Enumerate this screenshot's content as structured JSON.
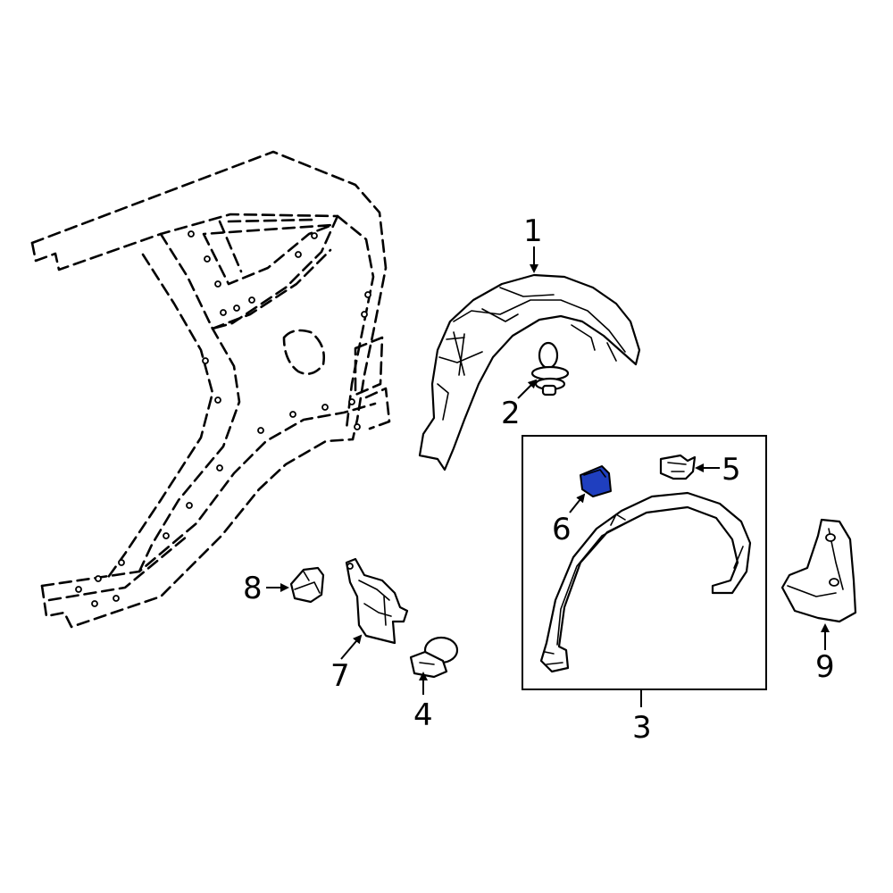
{
  "diagram": {
    "highlight_color": "#1f3fbf",
    "callouts": [
      {
        "id": "1",
        "text": "1"
      },
      {
        "id": "2",
        "text": "2"
      },
      {
        "id": "3",
        "text": "3"
      },
      {
        "id": "4",
        "text": "4"
      },
      {
        "id": "5",
        "text": "5"
      },
      {
        "id": "6",
        "text": "6",
        "highlighted": true
      },
      {
        "id": "7",
        "text": "7"
      },
      {
        "id": "8",
        "text": "8"
      },
      {
        "id": "9",
        "text": "9"
      }
    ]
  }
}
